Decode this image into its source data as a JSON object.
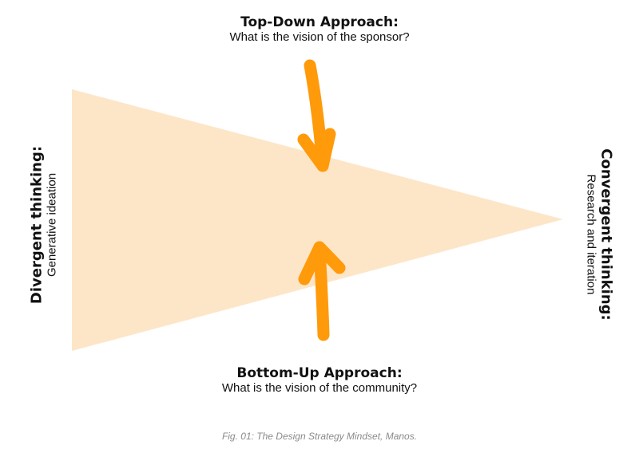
{
  "top": {
    "title": "Top-Down Approach:",
    "subtitle": "What is the vision of the sponsor?"
  },
  "bottom": {
    "title": "Bottom-Up Approach:",
    "subtitle": "What is the vision of the community?"
  },
  "left": {
    "title": "Divergent thinking:",
    "subtitle": "Generative ideation"
  },
  "right": {
    "title": "Convergent thinking:",
    "subtitle": "Research and iteration"
  },
  "caption": "Fig. 01: The Design Strategy Mindset, Manos.",
  "colors": {
    "funnel": "#fde6c8",
    "arrow": "#ff9a0a"
  }
}
